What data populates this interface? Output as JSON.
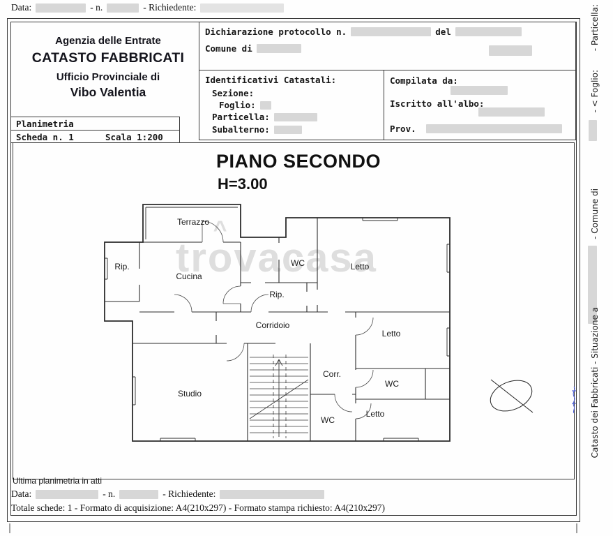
{
  "top_line": {
    "data_label": "Data:",
    "n_label": "- n.",
    "richiedente_label": "- Richiedente:"
  },
  "agency": {
    "line1": "Agenzia delle Entrate",
    "line2": "CATASTO FABBRICATI",
    "line3": "Ufficio Provinciale di",
    "line4": "Vibo Valentia"
  },
  "declaration": {
    "protocollo_label": "Dichiarazione protocollo n.",
    "del_label": "del",
    "comune_label": "Comune di"
  },
  "identificativi": {
    "title": "Identificativi Catastali:",
    "sezione_label": "Sezione:",
    "foglio_label": "Foglio:",
    "particella_label": "Particella:",
    "subalterno_label": "Subalterno:"
  },
  "compilata": {
    "compilata_label": "Compilata da:",
    "iscritto_label": "Iscritto all'albo:",
    "prov_label": "Prov."
  },
  "planimetria_box": {
    "title": "Planimetria",
    "scheda": "Scheda n. 1",
    "scala": "Scala 1:200"
  },
  "plan": {
    "title": "PIANO SECONDO",
    "height_label": "H=3.00",
    "watermark": {
      "p1": "tr",
      "o": "o",
      "caret": "^",
      "p2": "vacasa"
    },
    "rooms": [
      {
        "label": "Terrazzo"
      },
      {
        "label": "Rip."
      },
      {
        "label": "Cucina"
      },
      {
        "label": "WC"
      },
      {
        "label": "Letto"
      },
      {
        "label": "Rip."
      },
      {
        "label": "Corridoio"
      },
      {
        "label": "Letto"
      },
      {
        "label": "Corr."
      },
      {
        "label": "WC"
      },
      {
        "label": "Studio"
      },
      {
        "label": "WC"
      },
      {
        "label": "Letto"
      }
    ]
  },
  "footer": {
    "ultima": "Ultima planimetria in atti",
    "data_label": "Data:",
    "n_label": "- n.",
    "richiedente_label": "- Richiedente:",
    "totale": "Totale schede: 1 - Formato di acquisizione: A4(210x297)  - Formato stampa richiesto: A4(210x297)"
  },
  "right_margin": {
    "particella": "- Particella:",
    "foglio": "- < Foglio:",
    "comune": "- Comune di",
    "catasto": "Catasto dei Fabbricati - Situazione a"
  },
  "colors": {
    "redaction": "#d7d7d7",
    "line": "#333333",
    "watermark": "#d4d4d4",
    "blue_mark": "#3a4fd0"
  }
}
